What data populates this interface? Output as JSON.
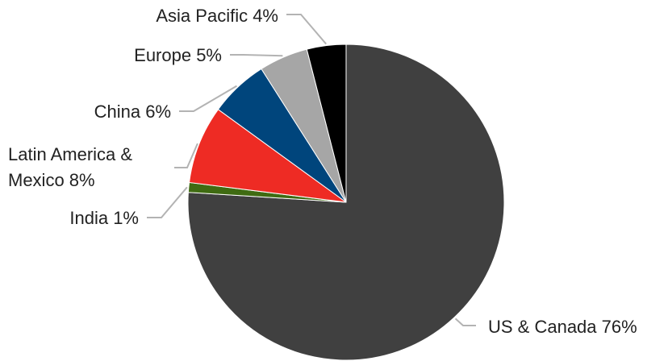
{
  "chart_data": {
    "type": "pie",
    "title": "",
    "slices": [
      {
        "label": "US & Canada",
        "value": 76,
        "pct_text": "76%",
        "color": "#404040"
      },
      {
        "label": "India",
        "value": 1,
        "pct_text": "1%",
        "color": "#3f6b12"
      },
      {
        "label": "Latin America & Mexico",
        "value": 8,
        "pct_text": "8%",
        "color": "#ee2b24"
      },
      {
        "label": "China",
        "value": 6,
        "pct_text": "6%",
        "color": "#00457c"
      },
      {
        "label": "Europe",
        "value": 5,
        "pct_text": "5%",
        "color": "#a6a6a6"
      },
      {
        "label": "Asia Pacific",
        "value": 4,
        "pct_text": "4%",
        "color": "#000000"
      }
    ],
    "start_angle_deg": 0,
    "direction": "clockwise",
    "label_lines": [
      [
        "US & Canada 76%"
      ],
      [
        "India 1%"
      ],
      [
        "Latin America &",
        "Mexico 8%"
      ],
      [
        "China 6%"
      ],
      [
        "Europe 5%"
      ],
      [
        "Asia Pacific 4%"
      ]
    ],
    "leader_lines": true,
    "legend": "none"
  }
}
